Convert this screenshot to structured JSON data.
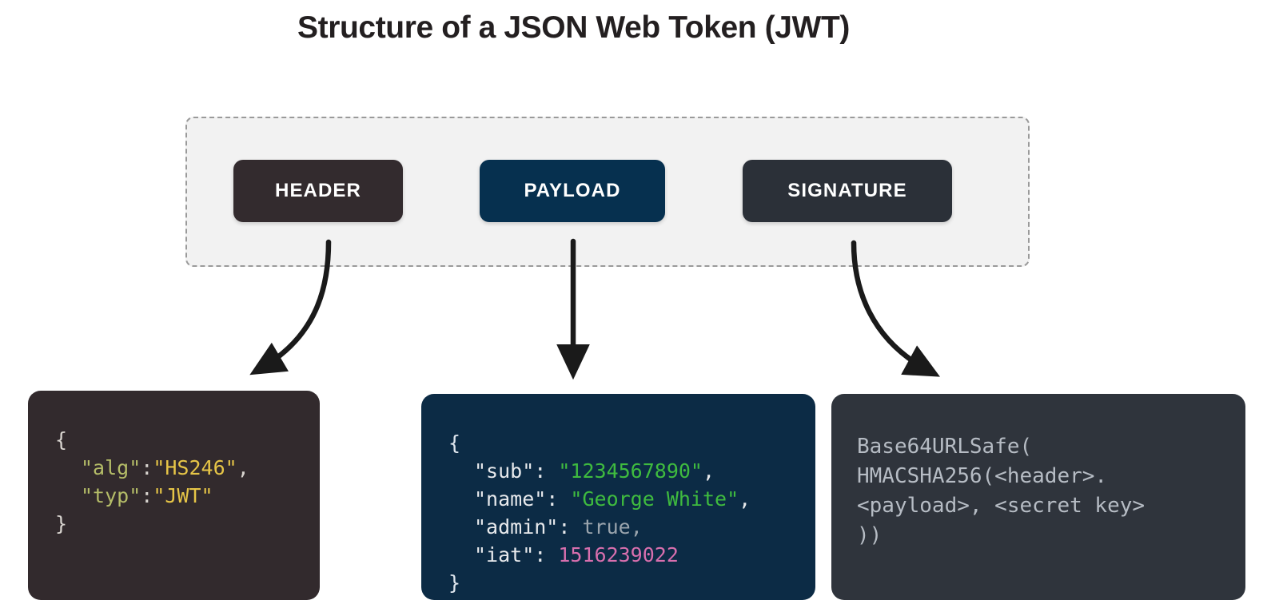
{
  "page": {
    "title": "Structure of a JSON Web Token (JWT)",
    "background_color": "#ffffff"
  },
  "token_container": {
    "name": "jwt-parts-container",
    "fill_color": "#f2f2f2",
    "border_style": "dashed",
    "border_color": "#9a9a9a",
    "parts": [
      {
        "id": "header",
        "label": "HEADER",
        "color": "#332b2e"
      },
      {
        "id": "payload",
        "label": "PAYLOAD",
        "color": "#06304f"
      },
      {
        "id": "signature",
        "label": "SIGNATURE",
        "color": "#2b3038"
      }
    ]
  },
  "arrows": [
    {
      "name": "arrow-header-to-code",
      "style": "curved-left",
      "color": "#1a1a1a"
    },
    {
      "name": "arrow-payload-to-code",
      "style": "straight",
      "color": "#1a1a1a"
    },
    {
      "name": "arrow-signature-to-code",
      "style": "curved-right",
      "color": "#1a1a1a"
    }
  ],
  "code_blocks": {
    "header": {
      "name": "header-code-block",
      "background_color": "#322a2d",
      "brace_color": "#d8d4cf",
      "key_color": "#b5bd68",
      "string_color": "#e6c547",
      "lines": [
        {
          "indent": 0,
          "tokens": [
            {
              "t": "{",
              "c": "brace-warm"
            }
          ]
        },
        {
          "indent": 1,
          "tokens": [
            {
              "t": "\"alg\"",
              "c": "key-olive"
            },
            {
              "t": ":",
              "c": "punct-warm"
            },
            {
              "t": "\"HS246\"",
              "c": "str-gold"
            },
            {
              "t": ",",
              "c": "punct-warm"
            }
          ]
        },
        {
          "indent": 1,
          "tokens": [
            {
              "t": "\"typ\"",
              "c": "key-olive"
            },
            {
              "t": ":",
              "c": "punct-warm"
            },
            {
              "t": "\"JWT\"",
              "c": "str-gold"
            }
          ]
        },
        {
          "indent": 0,
          "tokens": [
            {
              "t": "}",
              "c": "brace-warm"
            }
          ]
        }
      ]
    },
    "payload": {
      "name": "payload-code-block",
      "background_color": "#0c2b45",
      "brace_color": "#dfe6ee",
      "key_color": "#e8eaed",
      "string_color": "#3fbb3f",
      "boolean_color": "#9aa4ad",
      "number_color": "#d86fae",
      "lines": [
        {
          "indent": 0,
          "tokens": [
            {
              "t": "{",
              "c": "brace-cool"
            }
          ]
        },
        {
          "indent": 1,
          "tokens": [
            {
              "t": "\"sub\": ",
              "c": "key-white"
            },
            {
              "t": "\"1234567890\"",
              "c": "str-green"
            },
            {
              "t": ",",
              "c": "punct-cool"
            }
          ]
        },
        {
          "indent": 1,
          "tokens": [
            {
              "t": "\"name\": ",
              "c": "key-white"
            },
            {
              "t": "\"George White\"",
              "c": "str-green"
            },
            {
              "t": ",",
              "c": "punct-cool"
            }
          ]
        },
        {
          "indent": 1,
          "tokens": [
            {
              "t": "\"admin\": ",
              "c": "key-white"
            },
            {
              "t": "true",
              "c": "bool-gray"
            },
            {
              "t": ",",
              "c": "bool-gray"
            }
          ]
        },
        {
          "indent": 1,
          "tokens": [
            {
              "t": "\"iat\": ",
              "c": "key-white"
            },
            {
              "t": "1516239022",
              "c": "num-pink"
            }
          ]
        },
        {
          "indent": 0,
          "tokens": [
            {
              "t": "}",
              "c": "brace-cool"
            }
          ]
        }
      ]
    },
    "signature": {
      "name": "signature-code-block",
      "background_color": "#2f343c",
      "text_color": "#b6bcc4",
      "lines": [
        {
          "indent": 0,
          "tokens": [
            {
              "t": "Base64URLSafe(",
              "c": "sig"
            }
          ]
        },
        {
          "indent": 0,
          "tokens": [
            {
              "t": "HMACSHA256(<header>.",
              "c": "sig"
            }
          ]
        },
        {
          "indent": 0,
          "tokens": [
            {
              "t": "<payload>, <secret key>",
              "c": "sig"
            }
          ]
        },
        {
          "indent": 0,
          "tokens": [
            {
              "t": "))",
              "c": "sig"
            }
          ]
        }
      ]
    }
  }
}
